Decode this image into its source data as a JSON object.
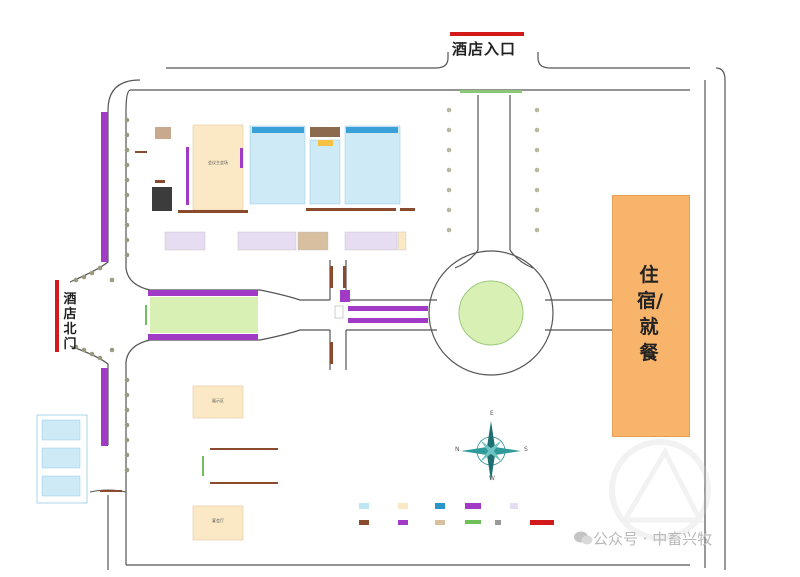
{
  "labels": {
    "hotel_entrance": "酒店入口",
    "hotel_north_gate": "酒店北门",
    "lodging_dining": "住宿/就餐",
    "meeting_hall": "会议主会场",
    "hall_a": "展示区",
    "hall_b": "宴会厅"
  },
  "compass": {
    "north": "N",
    "south": "S",
    "east": "E",
    "west": "W"
  },
  "watermark": "公众号 · 中畜兴牧",
  "colors": {
    "road": "#555555",
    "booth_purple": "#a13bc6",
    "booth_brown": "#8a4a2e",
    "lawn": "#d9f0b4",
    "lodging": "#f8b46a",
    "entrance_bar": "#d21a1a",
    "booth_blue": "#bfe6f5",
    "hall_yellow": "#fbe9c5"
  }
}
